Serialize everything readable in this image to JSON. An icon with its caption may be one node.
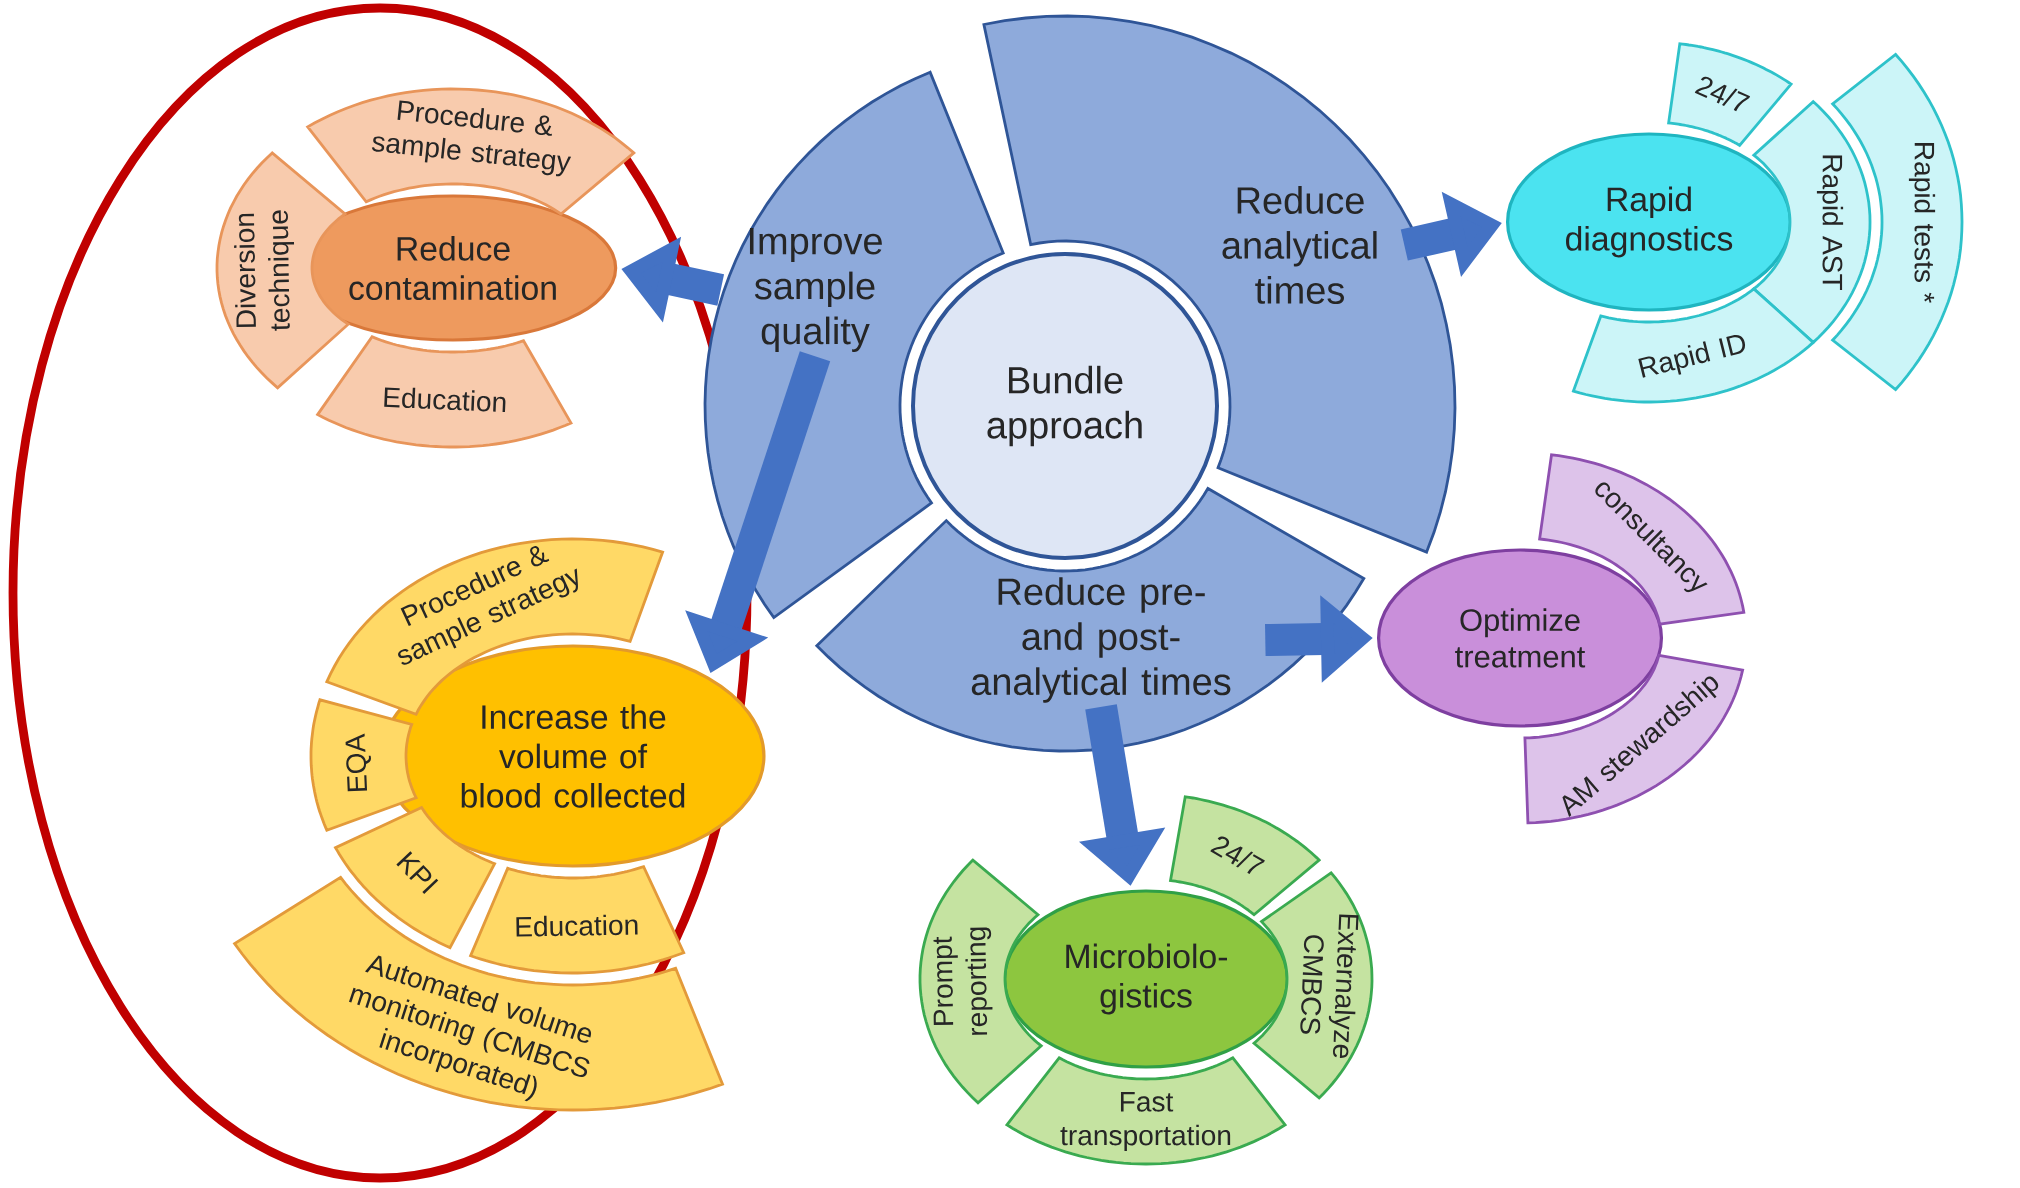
{
  "diagram": {
    "nodes": [
      {
        "text": [
          "Bundle approach"
        ]
      },
      {
        "text": [
          "Improve sample quality"
        ]
      },
      {
        "text": [
          "Reduce analytical times"
        ]
      },
      {
        "text": [
          "Reduce pre- and post- analytical times"
        ]
      },
      {
        "text": [
          "Reduce contamination"
        ]
      },
      {
        "text": [
          "Procedure & sample strategy"
        ]
      },
      {
        "text": [
          "Diversion technique"
        ]
      },
      {
        "text": [
          "Education"
        ]
      },
      {
        "text": [
          "Increase the volume of blood collected"
        ]
      },
      {
        "text": [
          "Procedure & sample strategy"
        ]
      },
      {
        "text": [
          "EQA"
        ]
      },
      {
        "text": [
          "KPI"
        ]
      },
      {
        "text": [
          "Education"
        ]
      },
      {
        "text": [
          "Automated volume monitoring (CMBCS incorporated)"
        ]
      },
      {
        "text": [
          "Rapid diagnostics"
        ]
      },
      {
        "text": [
          "24/7"
        ]
      },
      {
        "text": [
          "Rapid AST"
        ]
      },
      {
        "text": [
          "Rapid ID"
        ]
      },
      {
        "text": [
          "Rapid tests *"
        ]
      },
      {
        "text": [
          "Optimize treatment"
        ]
      },
      {
        "text": [
          "consultancy"
        ]
      },
      {
        "text": [
          "AM stewardship"
        ]
      },
      {
        "text": [
          "Microbiolo- gistics"
        ]
      },
      {
        "text": [
          "24/7"
        ]
      },
      {
        "text": [
          "Externalyze CMBCS"
        ]
      },
      {
        "text": [
          "Fast transportation"
        ]
      },
      {
        "text": [
          "Prompt reporting"
        ]
      }
    ],
    "edges": [
      {
        "from": 1,
        "to": 4,
        "arrow": "to"
      },
      {
        "from": 1,
        "to": 8,
        "arrow": "to"
      },
      {
        "from": 2,
        "to": 14,
        "arrow": "to"
      },
      {
        "from": 3,
        "to": 19,
        "arrow": "to"
      },
      {
        "from": 3,
        "to": 22,
        "arrow": "to"
      }
    ]
  }
}
